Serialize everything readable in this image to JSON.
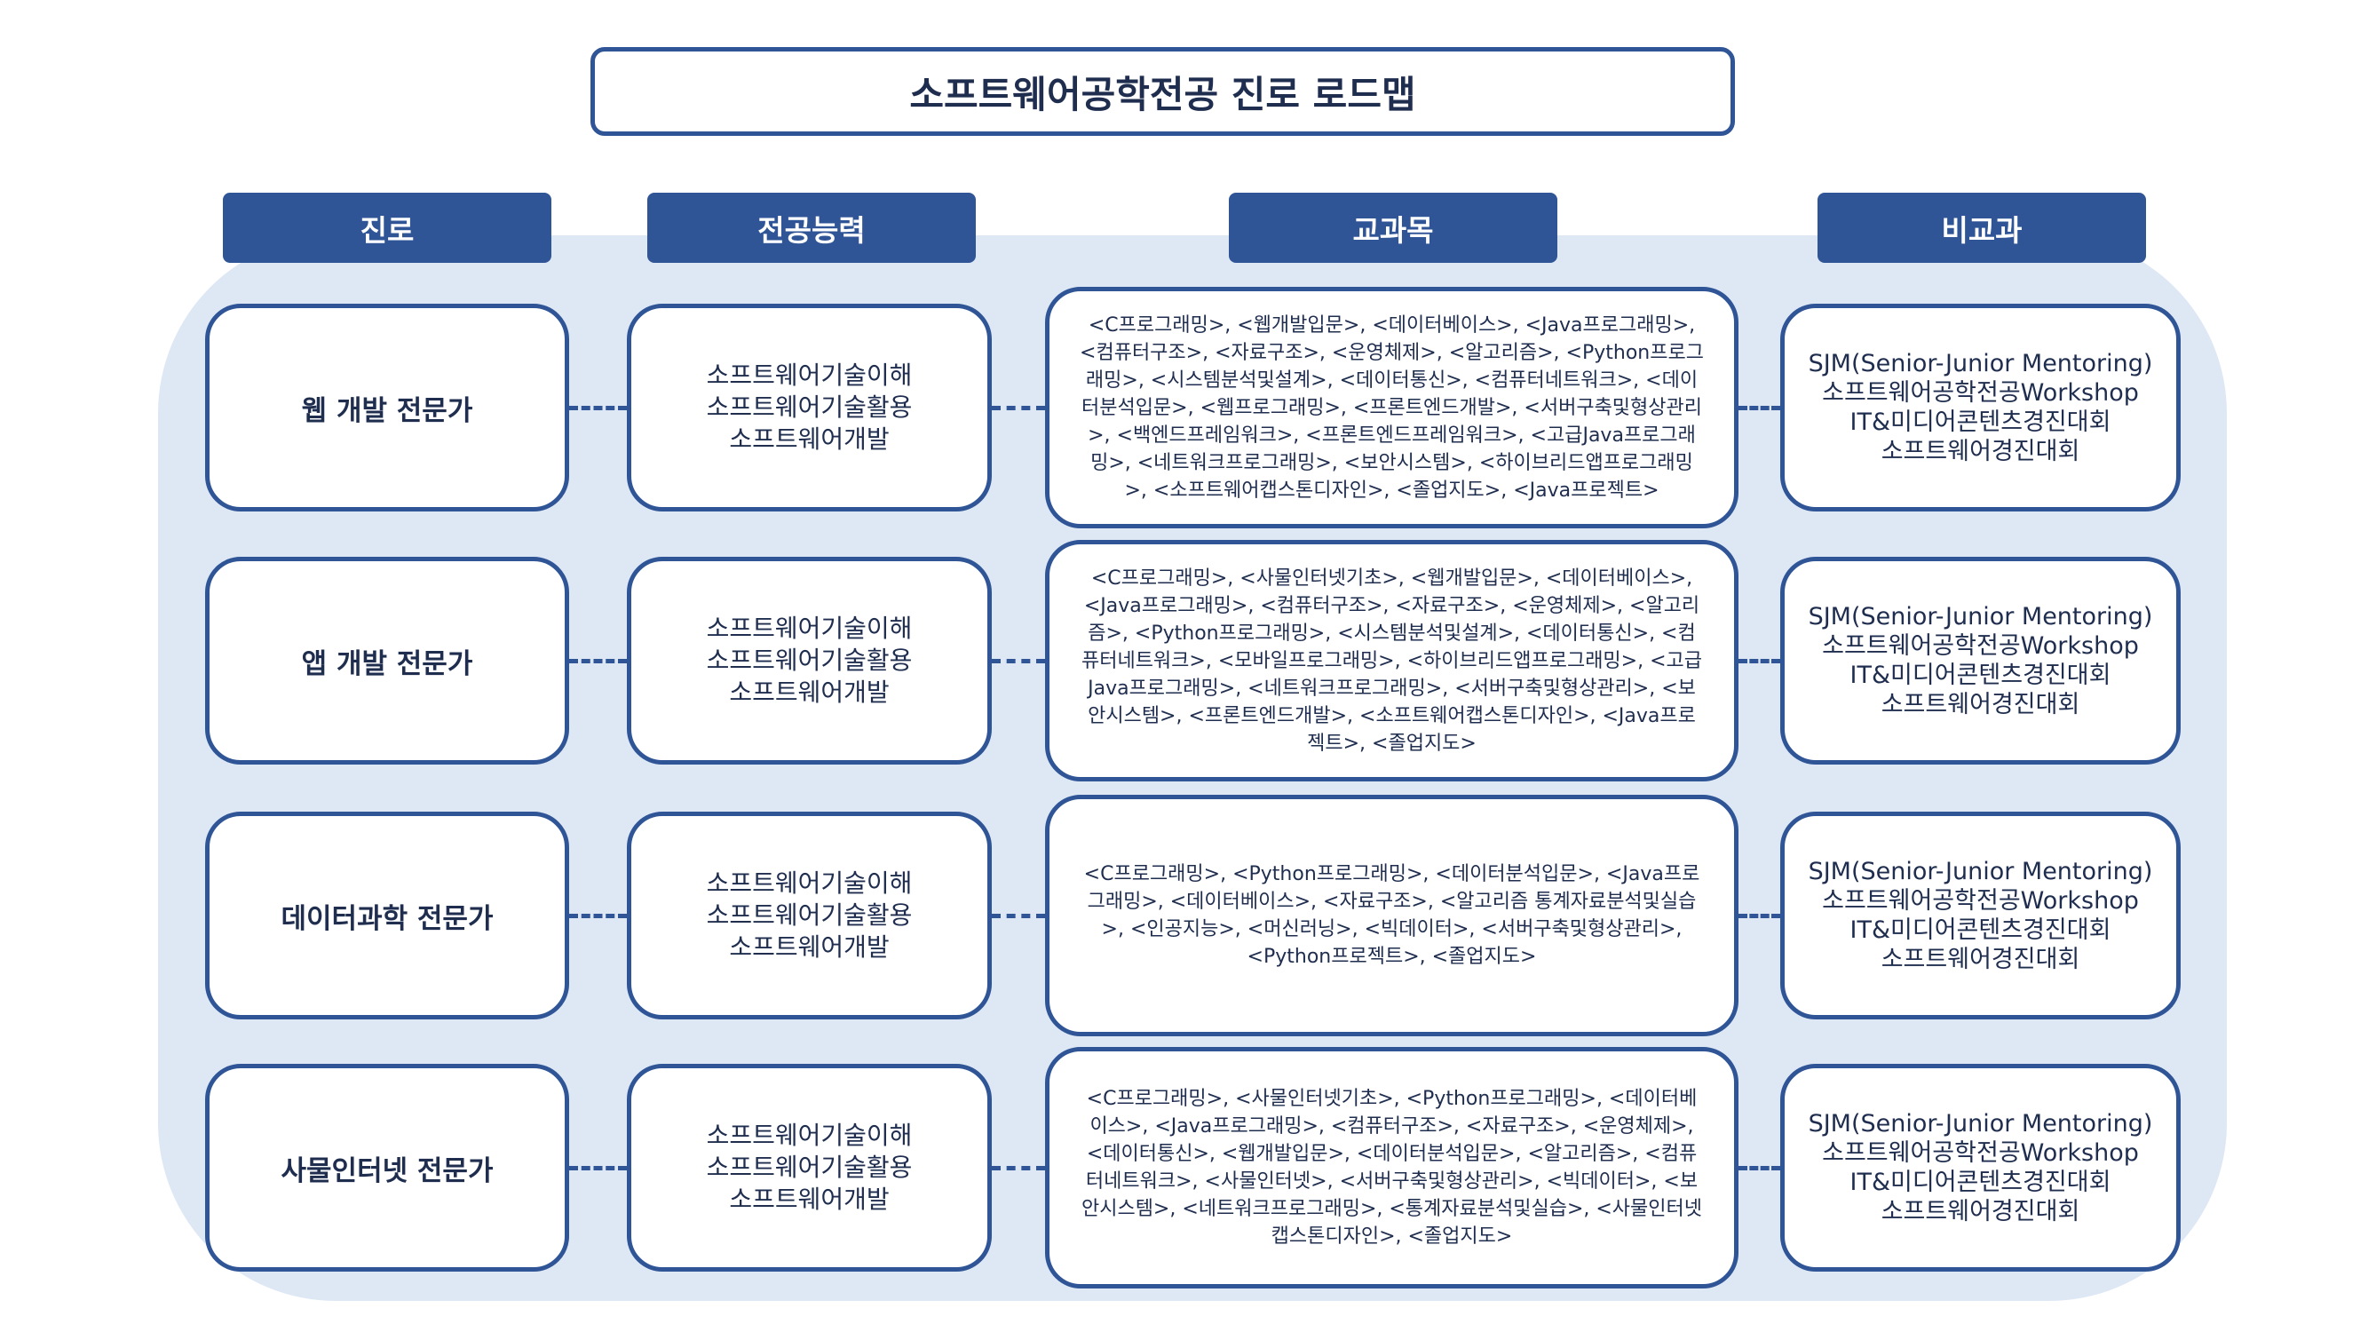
{
  "title": "소프트웨어공학전공 진로 로드맵",
  "headers": {
    "career": "진로",
    "competency": "전공능력",
    "courses": "교과목",
    "extracurricular": "비교과"
  },
  "colors": {
    "accent": "#2f5597",
    "panel": "#dee8f5"
  },
  "rows": [
    {
      "career": "웹 개발 전문가",
      "competencies": [
        "소프트웨어기술이해",
        "소프트웨어기술활용",
        "소프트웨어개발"
      ],
      "courses": "<C프로그래밍>, <웹개발입문>, <데이터베이스>, <Java프로그래밍>, <컴퓨터구조>, <자료구조>, <운영체제>, <알고리즘>, <Python프로그래밍>, <시스템분석및설계>, <데이터통신>, <컴퓨터네트워크>, <데이터분석입문>, <웹프로그래밍>, <프론트엔드개발>, <서버구축및형상관리>, <백엔드프레임워크>, <프론트엔드프레임워크>, <고급Java프로그래밍>, <네트워크프로그래밍>, <보안시스템>, <하이브리드앱프로그래밍>, <소프트웨어캡스톤디자인>, <졸업지도>, <Java프로젝트>",
      "extracurricular": [
        "SJM(Senior-Junior Mentoring)",
        "소프트웨어공학전공Workshop",
        "IT&미디어콘텐츠경진대회",
        "소프트웨어경진대회"
      ]
    },
    {
      "career": "앱 개발 전문가",
      "competencies": [
        "소프트웨어기술이해",
        "소프트웨어기술활용",
        "소프트웨어개발"
      ],
      "courses": "<C프로그래밍>, <사물인터넷기초>, <웹개발입문>, <데이터베이스>, <Java프로그래밍>, <컴퓨터구조>, <자료구조>, <운영체제>, <알고리즘>, <Python프로그래밍>, <시스템분석및설계>, <데이터통신>, <컴퓨터네트워크>, <모바일프로그래밍>, <하이브리드앱프로그래밍>, <고급Java프로그래밍>, <네트워크프로그래밍>, <서버구축및형상관리>, <보안시스템>, <프론트엔드개발>, <소프트웨어캡스톤디자인>, <Java프로젝트>, <졸업지도>",
      "extracurricular": [
        "SJM(Senior-Junior Mentoring)",
        "소프트웨어공학전공Workshop",
        "IT&미디어콘텐츠경진대회",
        "소프트웨어경진대회"
      ]
    },
    {
      "career": "데이터과학 전문가",
      "competencies": [
        "소프트웨어기술이해",
        "소프트웨어기술활용",
        "소프트웨어개발"
      ],
      "courses": "<C프로그래밍>, <Python프로그래밍>, <데이터분석입문>, <Java프로그래밍>, <데이터베이스>, <자료구조>, <알고리즘 통계자료분석및실습>, <인공지능>, <머신러닝>, <빅데이터>, <서버구축및형상관리>, <Python프로젝트>, <졸업지도>",
      "extracurricular": [
        "SJM(Senior-Junior Mentoring)",
        "소프트웨어공학전공Workshop",
        "IT&미디어콘텐츠경진대회",
        "소프트웨어경진대회"
      ]
    },
    {
      "career": "사물인터넷 전문가",
      "competencies": [
        "소프트웨어기술이해",
        "소프트웨어기술활용",
        "소프트웨어개발"
      ],
      "courses": "<C프로그래밍>, <사물인터넷기초>, <Python프로그래밍>, <데이터베이스>, <Java프로그래밍>, <컴퓨터구조>, <자료구조>, <운영체제>, <데이터통신>, <웹개발입문>, <데이터분석입문>, <알고리즘>, <컴퓨터네트워크>, <사물인터넷>, <서버구축및형상관리>, <빅데이터>, <보안시스템>, <네트워크프로그래밍>, <통계자료분석및실습>, <사물인터넷캡스톤디자인>, <졸업지도>",
      "extracurricular": [
        "SJM(Senior-Junior Mentoring)",
        "소프트웨어공학전공Workshop",
        "IT&미디어콘텐츠경진대회",
        "소프트웨어경진대회"
      ]
    }
  ]
}
